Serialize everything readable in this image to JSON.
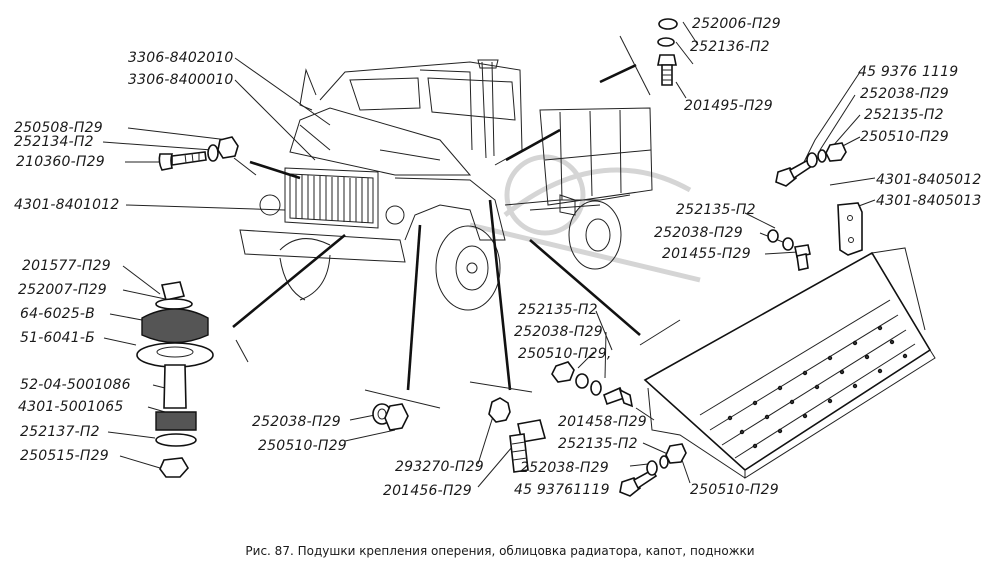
{
  "caption": "Рис. 87. Подушки крепления оперения, облицовка радиатора, капот, подножки",
  "labels": {
    "l01": "3306-8402010",
    "l02": "3306-8400010",
    "l03": "250508-П29",
    "l04": "252134-П2",
    "l05": "210360-П29",
    "l06": "4301-8401012",
    "l07": "201577-П29",
    "l08": "252007-П29",
    "l09": "64-6025-В",
    "l10": "51-6041-Б",
    "l11": "52-04-5001086",
    "l12": "4301-5001065",
    "l13": "252137-П2",
    "l14": "250515-П29",
    "l15": "252006-П29",
    "l16": "252136-П2",
    "l17": "201495-П29",
    "l18": "45 9376 1119",
    "l19": "252038-П29",
    "l20": "252135-П2",
    "l21": "250510-П29",
    "l22": "4301-8405012",
    "l23": "4301-8405013",
    "l24": "252135-П2",
    "l25": "252038-П29",
    "l26": "201455-П29",
    "l27": "252135-П2",
    "l28": "252038-П29",
    "l29": "250510-П29,",
    "l30": "201458-П29",
    "l31": "252038-П29",
    "l32": "250510-П29",
    "l33": "293270-П29",
    "l34": "201456-П29",
    "l35": "252135-П2",
    "l36": "252038-П29",
    "l37": "45 93761119",
    "l38": "250510-П29"
  }
}
